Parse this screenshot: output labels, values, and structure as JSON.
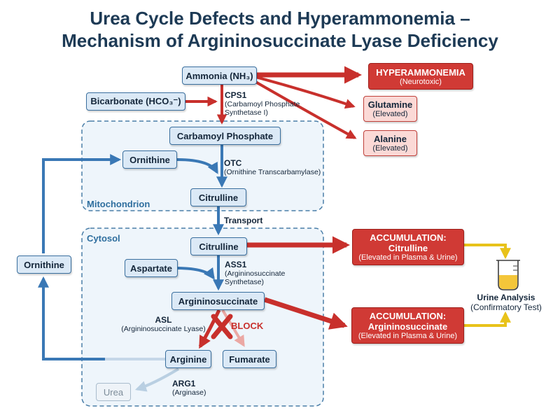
{
  "title": {
    "line1": "Urea Cycle Defects and Hyperammonemia –",
    "line2": "Mechanism of Argininosuccinate Lyase Deficiency"
  },
  "nodes": {
    "ammonia": "Ammonia (NH₃)",
    "bicarbonate": "Bicarbonate (HCO₃⁻)",
    "carbamoyl_phosphate": "Carbamoyl Phosphate",
    "ornithine_mito": "Ornithine",
    "citrulline_mito": "Citrulline",
    "citrulline_cyto": "Citrulline",
    "aspartate": "Aspartate",
    "argininosuccinate": "Argininosuccinate",
    "arginine": "Arginine",
    "fumarate": "Fumarate",
    "urea": "Urea",
    "ornithine_side": "Ornithine"
  },
  "effects": {
    "hyperammonemia": {
      "title": "HYPERAMMONEMIA",
      "sub": "(Neurotoxic)"
    },
    "glutamine": {
      "title": "Glutamine",
      "sub": "(Elevated)"
    },
    "alanine": {
      "title": "Alanine",
      "sub": "(Elevated)"
    },
    "accum_citrulline": {
      "title": "ACCUMULATION:",
      "name": "Citrulline",
      "sub": "(Elevated in Plasma & Urine)"
    },
    "accum_asa": {
      "title": "ACCUMULATION:",
      "name": "Argininosuccinate",
      "sub": "(Elevated in Plasma & Urine)"
    }
  },
  "enzymes": {
    "cps1": {
      "abbr": "CPS1",
      "full1": "(Carbamoyl Phosphate",
      "full2": "Synthetase I)"
    },
    "otc": {
      "abbr": "OTC",
      "full1": "(Ornithine Transcarbamylase)"
    },
    "transport": "Transport",
    "ass1": {
      "abbr": "ASS1",
      "full1": "(Argininosuccinate",
      "full2": "Synthetase)"
    },
    "asl": {
      "abbr": "ASL",
      "full1": "(Argininosuccinate Lyase)"
    },
    "block": "BLOCK",
    "arg1": {
      "abbr": "ARG1",
      "full1": "(Arginase)"
    }
  },
  "compartments": {
    "mitochondrion": "Mitochondrion",
    "cytosol": "Cytosol"
  },
  "urine": {
    "title": "Urine Analysis",
    "sub": "(Confirmatory Test)"
  },
  "colors": {
    "blue_arrow": "#3a78b5",
    "red_arrow": "#c8302c",
    "yellow_arrow": "#e8c21a",
    "title": "#1d3a55"
  }
}
